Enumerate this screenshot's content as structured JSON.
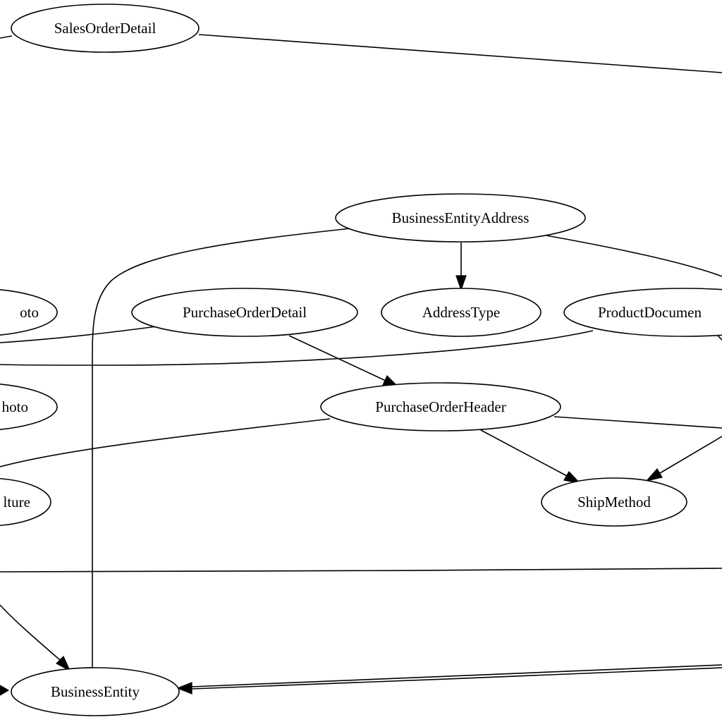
{
  "diagram": {
    "nodes": {
      "sales_order_detail": "SalesOrderDetail",
      "business_entity_address": "BusinessEntityAddress",
      "photo_a": "oto",
      "purchase_order_detail": "PurchaseOrderDetail",
      "address_type": "AddressType",
      "product_document": "ProductDocumen",
      "photo_b": "hoto",
      "purchase_order_header": "PurchaseOrderHeader",
      "culture": "lture",
      "ship_method": "ShipMethod",
      "business_entity": "BusinessEntity"
    }
  }
}
